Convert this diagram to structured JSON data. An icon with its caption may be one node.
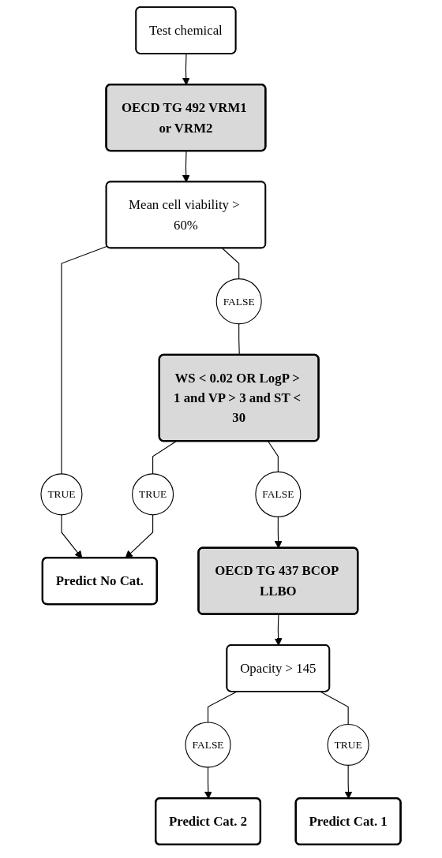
{
  "diagram": {
    "nodes": [
      {
        "text": [
          "Test chemical"
        ]
      },
      {
        "text": [
          "OECD TG 492 VRM1 or VRM2"
        ]
      },
      {
        "text": [
          "Mean cell viability > 60%"
        ]
      },
      {
        "text": [
          "TRUE"
        ]
      },
      {
        "text": [
          "Predict No Cat."
        ]
      },
      {
        "text": [
          "FALSE"
        ]
      },
      {
        "text": [
          "WS < 0.02 OR LogP > 1 and VP > 3 and ST < 30"
        ]
      },
      {
        "text": [
          "TRUE"
        ]
      },
      {
        "text": [
          "FALSE"
        ]
      },
      {
        "text": [
          "OECD TG 437 BCOP LLBO"
        ]
      },
      {
        "text": [
          "Opacity > 145"
        ]
      },
      {
        "text": [
          "FALSE"
        ]
      },
      {
        "text": [
          "Predict Cat. 2"
        ]
      },
      {
        "text": [
          "TRUE"
        ]
      },
      {
        "text": [
          "Predict Cat. 1"
        ]
      }
    ],
    "edges": [
      {
        "from": 0,
        "to": 1,
        "arrow": "to"
      },
      {
        "from": 1,
        "to": 2,
        "arrow": "to"
      },
      {
        "from": 2,
        "to": 3,
        "arrow": "none"
      },
      {
        "from": 3,
        "to": 4,
        "arrow": "to"
      },
      {
        "from": 2,
        "to": 5,
        "arrow": "none"
      },
      {
        "from": 5,
        "to": 6,
        "arrow": "none"
      },
      {
        "from": 6,
        "to": 7,
        "arrow": "none"
      },
      {
        "from": 7,
        "to": 4,
        "arrow": "to"
      },
      {
        "from": 6,
        "to": 8,
        "arrow": "none"
      },
      {
        "from": 8,
        "to": 9,
        "arrow": "to"
      },
      {
        "from": 9,
        "to": 10,
        "arrow": "to"
      },
      {
        "from": 10,
        "to": 11,
        "arrow": "none"
      },
      {
        "from": 11,
        "to": 12,
        "arrow": "to"
      },
      {
        "from": 10,
        "to": 13,
        "arrow": "none"
      },
      {
        "from": 13,
        "to": 14,
        "arrow": "to"
      }
    ]
  }
}
